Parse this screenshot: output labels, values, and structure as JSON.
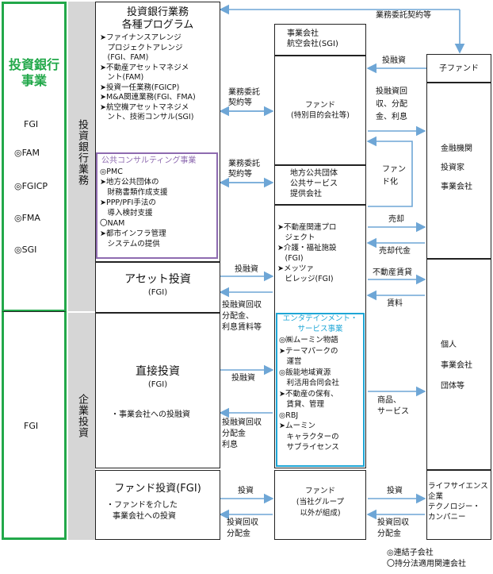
{
  "left_column": {
    "title": [
      "投資銀行",
      "事業"
    ],
    "items": [
      "FGI",
      "◎FAM",
      "◎FGICP",
      "◎FMA",
      "◎SGI"
    ],
    "lower_item": "FGI"
  },
  "segments": {
    "ib": "投資銀行業務",
    "corp": "企業投資"
  },
  "ib_programs": {
    "title": [
      "投資銀行業務",
      "各種プログラム"
    ],
    "items": [
      "➤ファイナンスアレンジ",
      "　プロジェクトアレンジ",
      "　(FGI、FAM)",
      "➤不動産アセットマネジメ",
      "　ント(FAM)",
      "➤投資一任業務(FGICP)",
      "➤M&A関連業務(FGI、FMA)",
      "➤航空機アセットマネジメ",
      "　ント、技術コンサル(SGI)"
    ]
  },
  "public_consulting": {
    "title": "公共コンサルティング事業",
    "items": [
      "◎PMC",
      "➤地方公共団体の",
      "　財務書類作成支援",
      "➤PPP/PFI手法の",
      "　導入検討支援",
      "〇NAM",
      "➤都市インフラ管理",
      "　システムの提供"
    ]
  },
  "asset_invest": {
    "title": "アセット投資",
    "sub": "(FGI)"
  },
  "direct_invest": {
    "title": "直接投資",
    "sub": "(FGI)",
    "note": "・事業会社への投融資"
  },
  "fund_invest": {
    "title": "ファンド投資(FGI)",
    "notes": [
      "・ファンドを介した",
      "事業会社への投資"
    ]
  },
  "center": {
    "office": [
      "事業会社",
      "航空会社(SGI)"
    ],
    "fund": [
      "ファンド",
      "(特別目的会社等)"
    ],
    "public": [
      "地方公共団体",
      "公共サービス",
      "提供会社"
    ],
    "realestate": [
      "➤不動産関連プロ",
      "　ジェクト",
      "➤介護・福祉施設",
      "　(FGI)",
      "➤メッツァ",
      "　ビレッジ(FGI)"
    ],
    "ent_title": [
      "エンタテインメント・",
      "サービス事業"
    ],
    "ent_items": [
      "◎㈱ムーミン物語",
      "➤テーマパークの",
      "　運営",
      "◎飯能地域資源",
      "　利活用合同会社",
      "➤不動産の保有、",
      "　賃貸、管理",
      "◎RBJ",
      "➤ムーミン",
      "　キャラクターの",
      "　サブライセンス"
    ],
    "bottom_fund": [
      "ファンド",
      "(当社グループ",
      "以外が組成)"
    ]
  },
  "right": {
    "subfund": "子ファンド",
    "investors": [
      "金融機関",
      "投資家",
      "事業会社"
    ],
    "individuals": [
      "個人",
      "事業会社",
      "団体等"
    ],
    "lifescience": [
      "ライフサイエンス企業",
      "テクノロジー・",
      "カンパニー"
    ]
  },
  "labels": {
    "outsourcing": "業務委託契約等",
    "outsourcing1": [
      "業務委託",
      "契約等"
    ],
    "outsourcing2": [
      "業務委託",
      "契約等"
    ],
    "invest_loan": "投融資",
    "recovery": [
      "投融資回",
      "収、分配",
      "金、利息"
    ],
    "fund_ka": [
      "ファン",
      "ド化"
    ],
    "sale": "売却",
    "sale_proceeds": "売却代金",
    "asset_loan": "投融資",
    "asset_recover": [
      "投融資回収",
      "分配金、",
      "利息賃料等"
    ],
    "re_lease": "不動産賃貸",
    "rent": "賃料",
    "direct_loan": "投融資",
    "direct_recover": [
      "投融資回収",
      "分配金",
      "利息"
    ],
    "products": [
      "商品、",
      "サービス"
    ],
    "fund_in1": "投資",
    "fund_out1": [
      "投資回収",
      "分配金"
    ],
    "fund_in2": "投資",
    "fund_out2": [
      "投資回収",
      "分配金"
    ]
  },
  "legend": [
    "◎連結子会社",
    "〇持分法適用関連会社"
  ],
  "colors": {
    "green": "#22a84a",
    "purple": "#8e6bb0",
    "cyan": "#1ea6d6",
    "arrow": "#6ea6d6",
    "gray": "#d6d6d6"
  }
}
